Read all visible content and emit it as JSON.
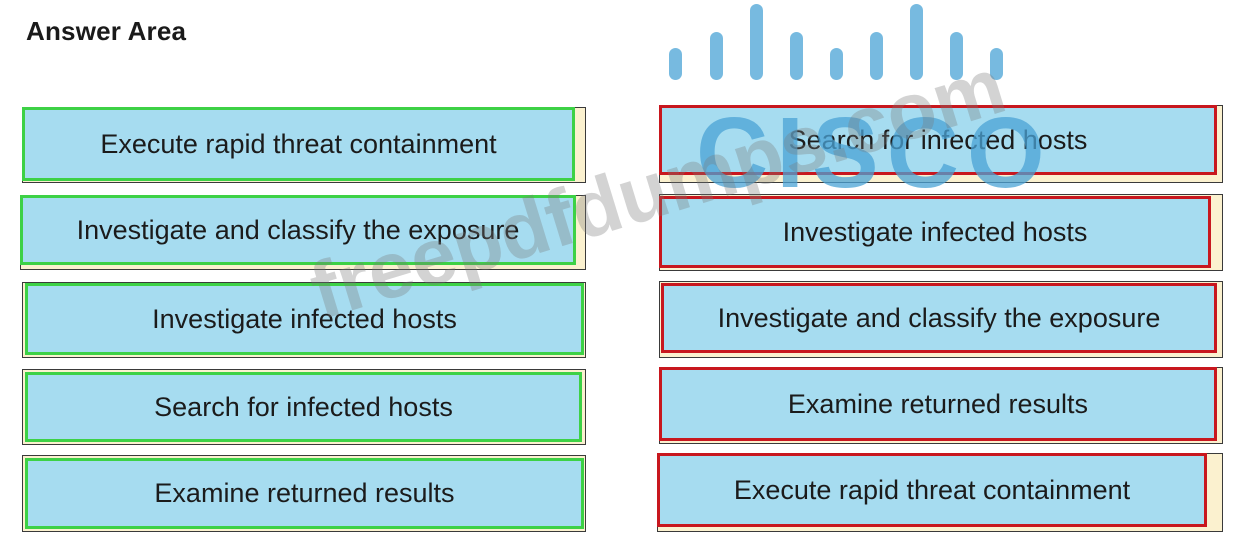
{
  "title": "Answer Area",
  "left_column": {
    "items": [
      {
        "label": "Execute rapid threat containment"
      },
      {
        "label": "Investigate and classify the exposure"
      },
      {
        "label": "Investigate infected hosts"
      },
      {
        "label": "Search for infected hosts"
      },
      {
        "label": "Examine returned results"
      }
    ]
  },
  "right_column": {
    "items": [
      {
        "label": "Search for infected hosts"
      },
      {
        "label": "Investigate infected hosts"
      },
      {
        "label": "Investigate and classify the exposure"
      },
      {
        "label": "Examine returned results"
      },
      {
        "label": "Execute rapid threat containment"
      }
    ]
  },
  "watermark": {
    "logo_text": "CISCO",
    "site_text": "freepdfdumps.com"
  },
  "colors": {
    "tile_fill": "#a6dcf0",
    "correct_border": "#3dd146",
    "wrong_border": "#c8171e",
    "slot_fill": "#fbf1cf",
    "logo_blue": "#4aa3d6"
  }
}
